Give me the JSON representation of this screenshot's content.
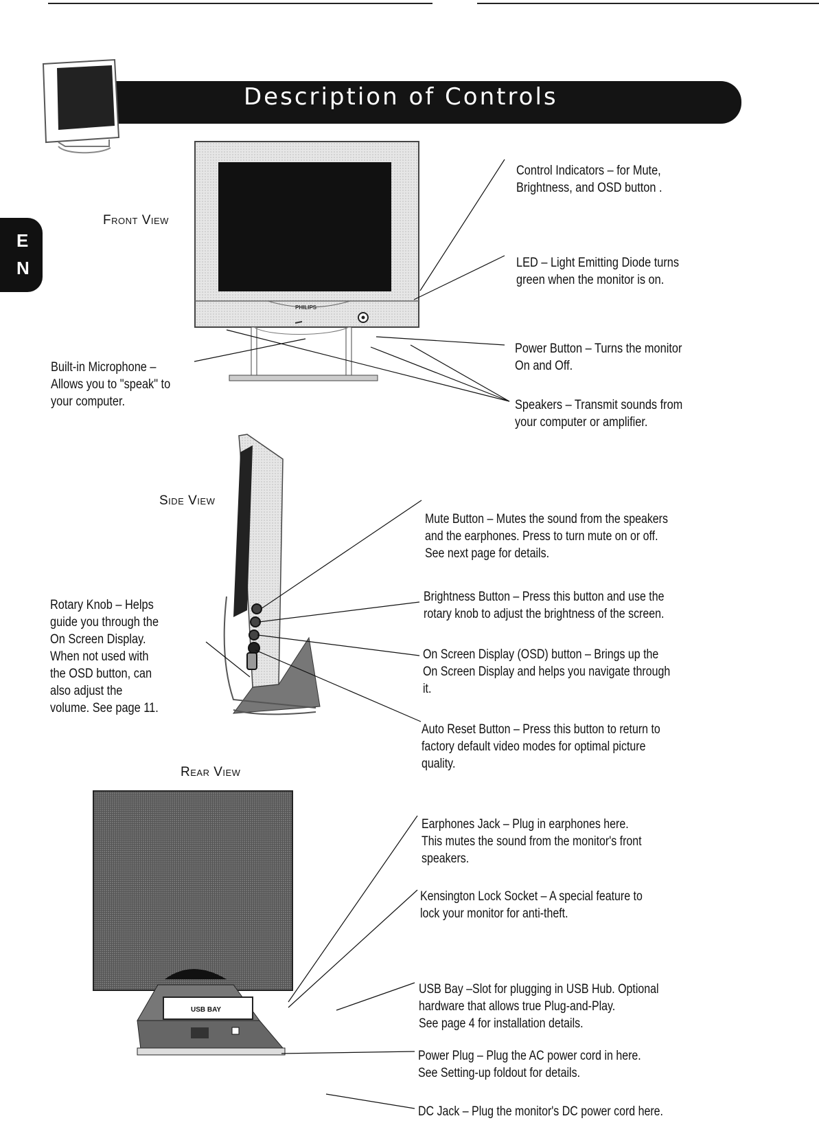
{
  "header": {
    "title": "Description of Controls",
    "language_tab": [
      "E",
      "N"
    ]
  },
  "front_view": {
    "label": "Front View",
    "callouts": {
      "control_indicators": "Control Indicators – for Mute,\nBrightness, and OSD button .",
      "led": "LED – Light Emitting Diode turns\ngreen when the monitor is on.",
      "power_button": "Power Button – Turns the monitor\nOn and Off.",
      "speakers": "Speakers – Transmit sounds from\nyour computer or amplifier.",
      "microphone": "Built-in Microphone –\nAllows you to \"speak\" to\nyour computer."
    },
    "brand": "PHILIPS"
  },
  "side_view": {
    "label": "Side View",
    "callouts": {
      "mute": "Mute Button – Mutes the sound from the speakers\nand the earphones. Press to turn mute on or off.\nSee next page for details.",
      "brightness": "Brightness Button – Press this button and use the\nrotary knob to adjust the brightness of the screen.",
      "osd": "On Screen Display (OSD) button – Brings up the\nOn Screen Display and helps you navigate through\nit.",
      "auto_reset": "Auto Reset Button – Press this button to return to\nfactory default video modes for optimal picture\nquality.",
      "rotary": "Rotary Knob – Helps\nguide you through the\nOn Screen Display.\nWhen not used with\nthe OSD button, can\nalso adjust the\nvolume. See page 11."
    }
  },
  "rear_view": {
    "label": "Rear View",
    "usb_bay_label": "USB BAY",
    "callouts": {
      "earphones": "Earphones Jack – Plug in earphones here.\nThis mutes the sound from the monitor's front\nspeakers.",
      "kensington": "Kensington Lock Socket – A special feature to\nlock your monitor for anti-theft.",
      "usb_bay": "USB Bay –Slot for plugging in USB Hub. Optional\nhardware that allows true Plug-and-Play.\nSee page 4 for installation details.",
      "power_plug": "Power Plug – Plug the AC power cord in here.\nSee Setting-up foldout for details.",
      "dc_jack": "DC Jack – Plug the monitor's DC power cord here."
    }
  },
  "colors": {
    "banner": "#141414",
    "text": "#111111"
  }
}
